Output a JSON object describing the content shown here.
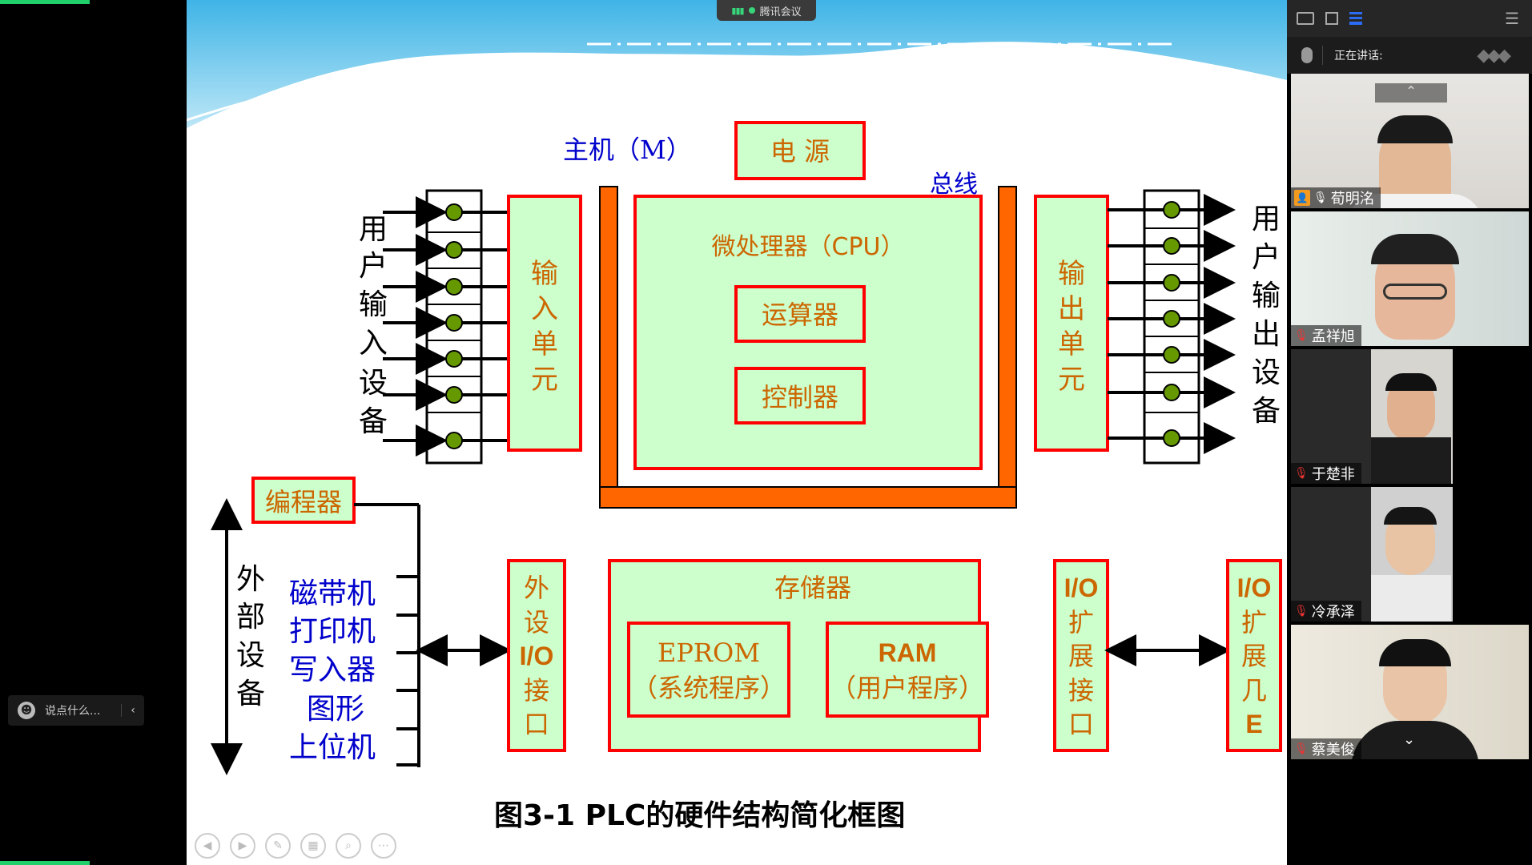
{
  "app": {
    "meeting_name": "腾讯会议"
  },
  "chat": {
    "placeholder": "说点什么...",
    "collapse_icon": "chevron-left-icon"
  },
  "slide": {
    "host_label": "主机（M）",
    "power": "电  源",
    "bus": "总线",
    "input_label": [
      "用",
      "户",
      "输",
      "入",
      "设",
      "备"
    ],
    "input_unit": [
      "输",
      "入",
      "单",
      "元"
    ],
    "output_unit": [
      "输",
      "出",
      "单",
      "元"
    ],
    "output_label": [
      "用",
      "户",
      "输",
      "出",
      "设",
      "备"
    ],
    "cpu_title": "微处理器（CPU）",
    "alu": "运算器",
    "controller": "控制器",
    "programmer": "编程器",
    "external_label": [
      "外",
      "部",
      "设",
      "备"
    ],
    "devices": [
      "磁带机",
      "打印机",
      "写入器",
      "图形",
      "上位机"
    ],
    "ext_io": [
      "外",
      "设",
      "I/O",
      "接",
      "口"
    ],
    "memory_title": "存储器",
    "eprom_name": "EPROM",
    "eprom_desc": "（系统程序）",
    "ram_name": "RAM",
    "ram_desc": "（用户程序）",
    "io_expand_if": [
      "I/O",
      "扩",
      "展",
      "接",
      "口"
    ],
    "io_expand_unit": [
      "I/O",
      "扩",
      "展",
      "几",
      "E"
    ],
    "caption": "图3-1   PLC的硬件结构简化框图"
  },
  "panel": {
    "speaking_label": "正在讲话:",
    "participants": [
      {
        "name": "荀明洺",
        "is_host": true
      },
      {
        "name": "孟祥旭",
        "is_host": false
      },
      {
        "name": "于楚非",
        "is_host": false
      },
      {
        "name": "冷承泽",
        "is_host": false
      },
      {
        "name": "蔡美俊",
        "is_host": false
      }
    ]
  },
  "colors": {
    "accent_green": "#1fcf6a",
    "box_fill": "#ccffcc",
    "box_border": "#ff0000",
    "bus_orange": "#ff6600",
    "text_brown": "#cc6600",
    "text_blue": "#0000cc"
  }
}
